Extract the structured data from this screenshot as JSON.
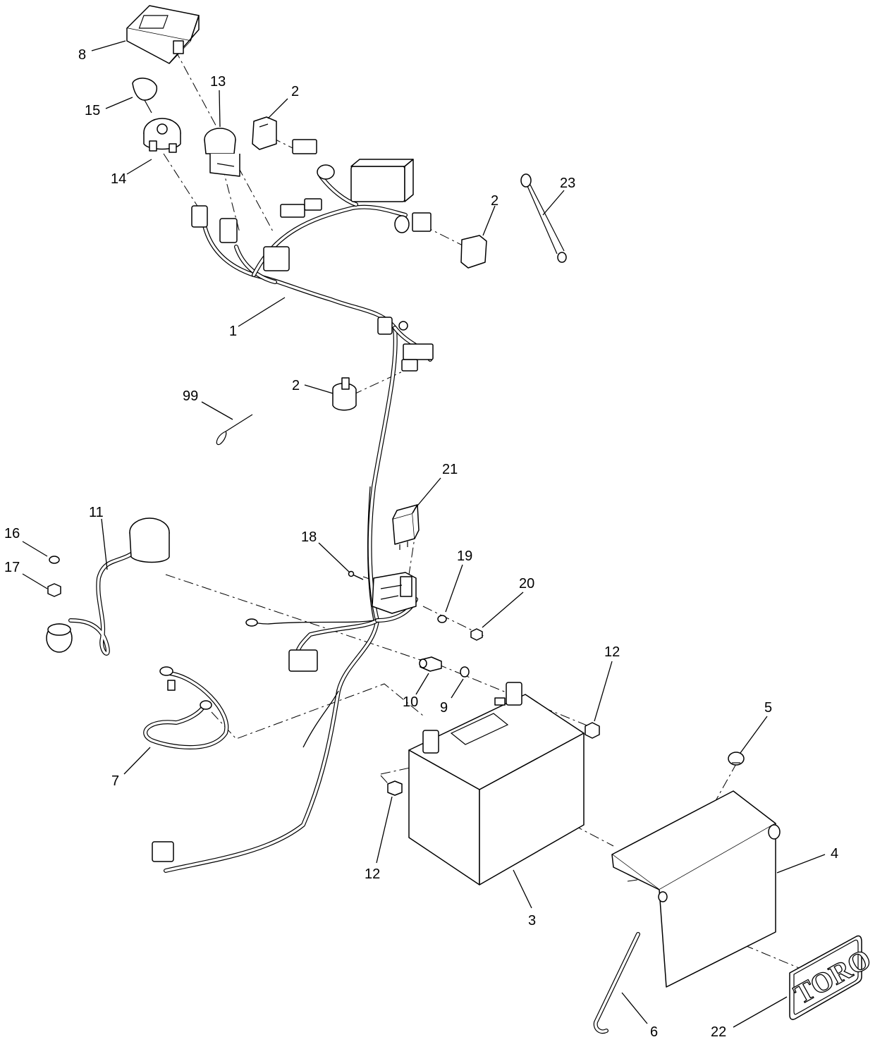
{
  "callouts": [
    {
      "id": "c8",
      "text": "8"
    },
    {
      "id": "c13",
      "text": "13"
    },
    {
      "id": "c2a",
      "text": "2"
    },
    {
      "id": "c15",
      "text": "15"
    },
    {
      "id": "c14",
      "text": "14"
    },
    {
      "id": "c23",
      "text": "23"
    },
    {
      "id": "c2b",
      "text": "2"
    },
    {
      "id": "c1",
      "text": "1"
    },
    {
      "id": "c2c",
      "text": "2"
    },
    {
      "id": "c99",
      "text": "99"
    },
    {
      "id": "c21",
      "text": "21"
    },
    {
      "id": "c11",
      "text": "11"
    },
    {
      "id": "c16",
      "text": "16"
    },
    {
      "id": "c17",
      "text": "17"
    },
    {
      "id": "c18",
      "text": "18"
    },
    {
      "id": "c19",
      "text": "19"
    },
    {
      "id": "c20",
      "text": "20"
    },
    {
      "id": "c12a",
      "text": "12"
    },
    {
      "id": "c10",
      "text": "10"
    },
    {
      "id": "c9",
      "text": "9"
    },
    {
      "id": "c5",
      "text": "5"
    },
    {
      "id": "c7",
      "text": "7"
    },
    {
      "id": "c12b",
      "text": "12"
    },
    {
      "id": "c4",
      "text": "4"
    },
    {
      "id": "c3",
      "text": "3"
    },
    {
      "id": "c6",
      "text": "6"
    },
    {
      "id": "c22",
      "text": "22"
    }
  ],
  "logo": {
    "text": "TORO"
  }
}
